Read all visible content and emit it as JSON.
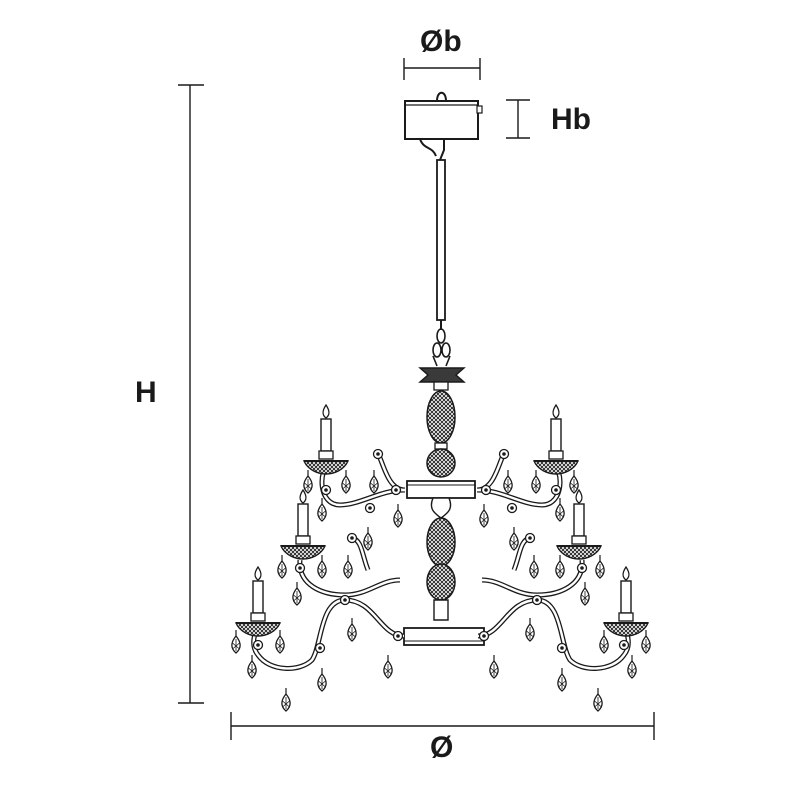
{
  "dimensions": {
    "canopy_diameter": "Øb",
    "canopy_height": "Hb",
    "total_height": "H",
    "diameter": "Ø"
  },
  "colors": {
    "line": "#1a1a1a",
    "fill_dark": "#3a3a3a",
    "background": "#ffffff"
  }
}
